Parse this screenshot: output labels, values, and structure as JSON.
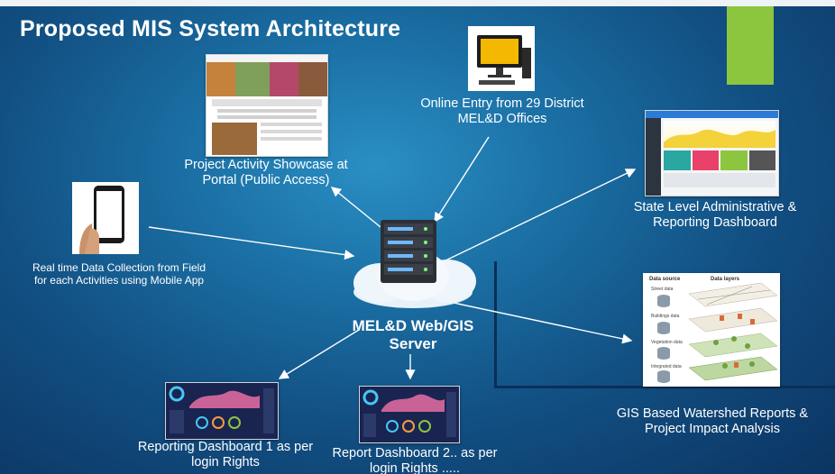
{
  "title": "Proposed MIS System Architecture",
  "nodes": {
    "server": "MEL&D Web/GIS Server",
    "portal": "Project Activity Showcase at Portal (Public Access)",
    "district": "Online Entry from 29 District MEL&D Offices",
    "mobile": "Real time Data Collection from Field for each Activities using Mobile App",
    "state": "State Level Administrative & Reporting Dashboard",
    "gis": "GIS Based Watershed Reports & Project Impact Analysis",
    "report1": "Reporting Dashboard 1 as per login Rights",
    "report2": "Report Dashboard 2.. as per login Rights ....."
  },
  "gis_image": {
    "source_header": "Data source",
    "layers_header": "Data layers",
    "items": [
      "Street data",
      "Buildings data",
      "Vegetation data",
      "Integrated data"
    ]
  },
  "colors": {
    "accent": "#8cc63f",
    "background": "#1a6ea3"
  },
  "icons": [
    "server-icon",
    "cloud-icon",
    "desktop-computer-icon",
    "smartphone-icon"
  ]
}
